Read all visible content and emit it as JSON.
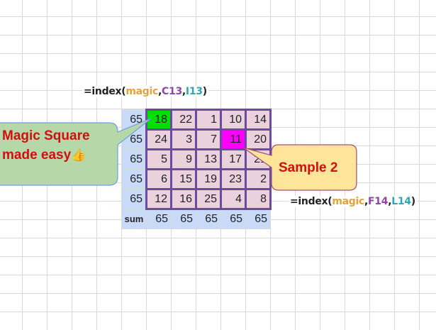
{
  "formulas": {
    "top": {
      "prefix": "=index(",
      "name": "magic",
      "sep1": ",",
      "ref1": "C13",
      "sep2": ",",
      "ref2": "I13",
      "suffix": ")"
    },
    "bottom": {
      "prefix": "=index(",
      "name": "magic",
      "sep1": ",",
      "ref1": "F14",
      "sep2": ",",
      "ref2": "L14",
      "suffix": ")"
    }
  },
  "magic_square": {
    "row_sums": [
      "65",
      "65",
      "65",
      "65",
      "65"
    ],
    "rows": [
      [
        "18",
        "22",
        "1",
        "10",
        "14"
      ],
      [
        "24",
        "3",
        "7",
        "11",
        "20"
      ],
      [
        "5",
        "9",
        "13",
        "17",
        "21"
      ],
      [
        "6",
        "15",
        "19",
        "23",
        "2"
      ],
      [
        "12",
        "16",
        "25",
        "4",
        "8"
      ]
    ],
    "sum_label": "sum",
    "column_sums": [
      "65",
      "65",
      "65",
      "65",
      "65"
    ],
    "highlights": {
      "green_cell": "18",
      "magenta_cell": "11"
    }
  },
  "callouts": {
    "left": {
      "line1": "Magic Square",
      "line2": "made easy",
      "emoji": "👍"
    },
    "right": {
      "text": "Sample 2"
    }
  },
  "colors": {
    "cell_bg": "#ead1dc",
    "cell_border": "#6a4ba3",
    "sum_bg": "#c9daf8",
    "green_highlight": "#00e000",
    "magenta_highlight": "#ff00ff",
    "callout_green": "#b6d7a8",
    "callout_yellow": "#ffe599",
    "callout_text": "#d01010"
  }
}
